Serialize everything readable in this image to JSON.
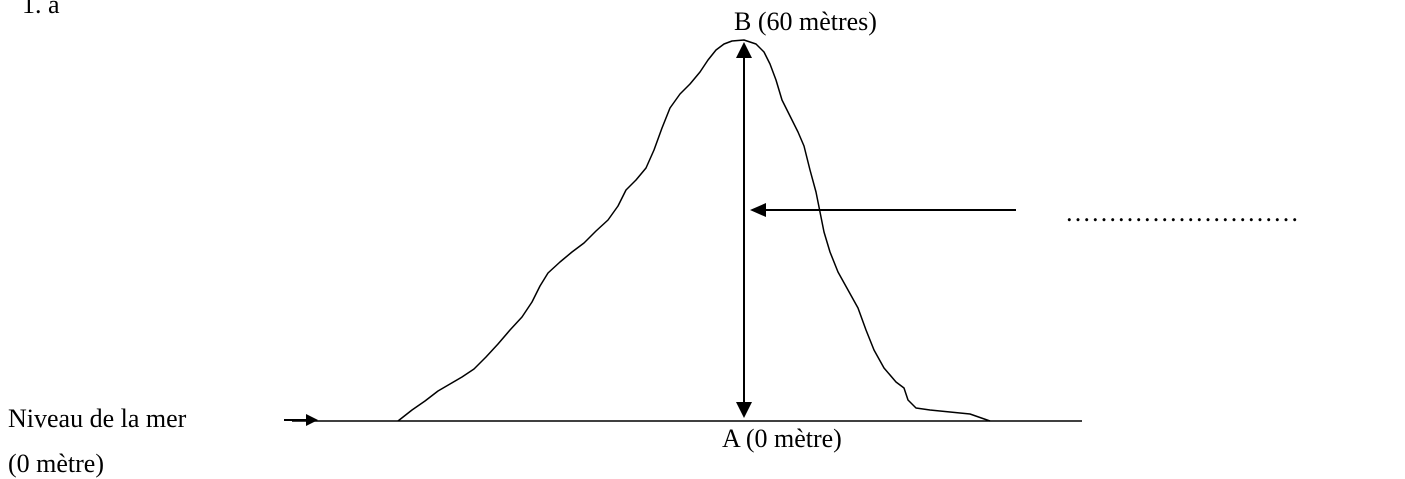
{
  "question_number": "1. a",
  "point_b_label": "B (60 mètres)",
  "point_a_label": "A (0 mètre)",
  "sea_level_label": "Niveau de la  mer",
  "sea_level_unit": "(0 mètre)",
  "answer_blank": "………………………",
  "colors": {
    "line": "#000000",
    "background": "#ffffff"
  }
}
